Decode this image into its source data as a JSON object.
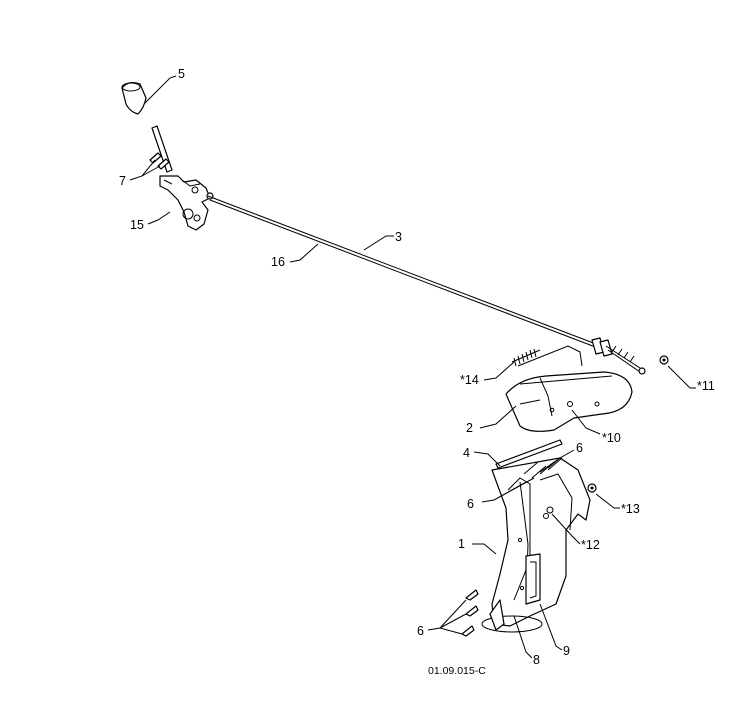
{
  "drawing_number": "01.09.015-C",
  "callouts": {
    "c1": "1",
    "c2": "2",
    "c3": "3",
    "c4": "4",
    "c5": "5",
    "c6a": "6",
    "c6b": "6",
    "c6c": "6",
    "c7": "7",
    "c8": "8",
    "c9": "9",
    "c10": "*10",
    "c11": "*11",
    "c12": "*12",
    "c13": "*13",
    "c14": "*14",
    "c15": "15",
    "c16": "16"
  }
}
